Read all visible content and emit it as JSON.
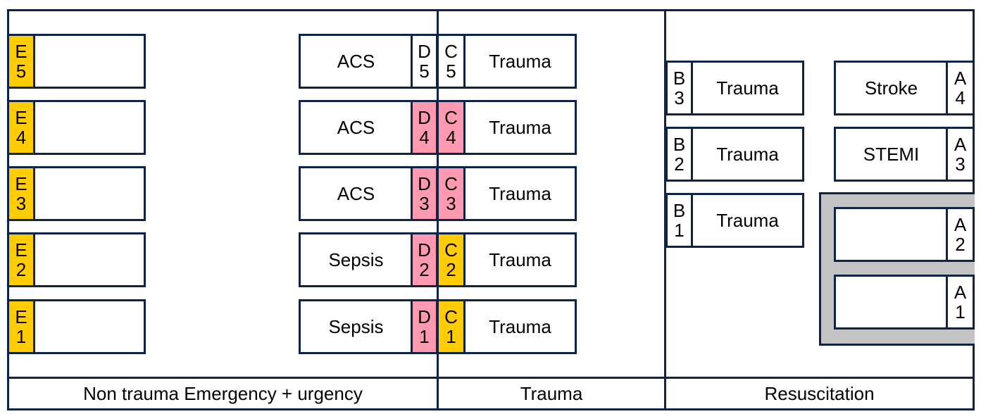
{
  "colors": {
    "line": "#0d2347",
    "yellow": "#ffcc00",
    "pink": "#ff99b0",
    "grey": "#c3c3c3",
    "white": "#ffffff"
  },
  "zones": {
    "non_trauma": "Non trauma Emergency + urgency",
    "trauma": "Trauma",
    "resuscitation": "Resuscitation"
  },
  "beds": {
    "E5": {
      "letter": "E",
      "num": "5",
      "label": ""
    },
    "E4": {
      "letter": "E",
      "num": "4",
      "label": ""
    },
    "E3": {
      "letter": "E",
      "num": "3",
      "label": ""
    },
    "E2": {
      "letter": "E",
      "num": "2",
      "label": ""
    },
    "E1": {
      "letter": "E",
      "num": "1",
      "label": ""
    },
    "D5": {
      "letter": "D",
      "num": "5",
      "label": "ACS"
    },
    "D4": {
      "letter": "D",
      "num": "4",
      "label": "ACS"
    },
    "D3": {
      "letter": "D",
      "num": "3",
      "label": "ACS"
    },
    "D2": {
      "letter": "D",
      "num": "2",
      "label": "Sepsis"
    },
    "D1": {
      "letter": "D",
      "num": "1",
      "label": "Sepsis"
    },
    "C5": {
      "letter": "C",
      "num": "5",
      "label": "Trauma"
    },
    "C4": {
      "letter": "C",
      "num": "4",
      "label": "Trauma"
    },
    "C3": {
      "letter": "C",
      "num": "3",
      "label": "Trauma"
    },
    "C2": {
      "letter": "C",
      "num": "2",
      "label": "Trauma"
    },
    "C1": {
      "letter": "C",
      "num": "1",
      "label": "Trauma"
    },
    "B3": {
      "letter": "B",
      "num": "3",
      "label": "Trauma"
    },
    "B2": {
      "letter": "B",
      "num": "2",
      "label": "Trauma"
    },
    "B1": {
      "letter": "B",
      "num": "1",
      "label": "Trauma"
    },
    "A4": {
      "letter": "A",
      "num": "4",
      "label": "Stroke"
    },
    "A3": {
      "letter": "A",
      "num": "3",
      "label": "STEMI"
    },
    "A2": {
      "letter": "A",
      "num": "2",
      "label": ""
    },
    "A1": {
      "letter": "A",
      "num": "1",
      "label": ""
    }
  }
}
